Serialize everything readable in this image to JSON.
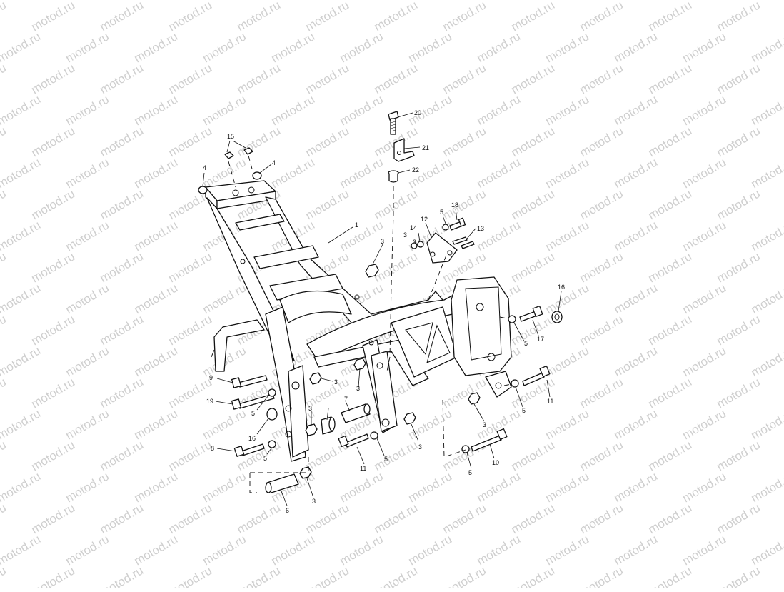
{
  "watermark": {
    "text": "motod.ru",
    "color": "#cfcfcf"
  },
  "diagram": {
    "type": "exploded parts diagram",
    "callouts": [
      {
        "label": "1"
      },
      {
        "label": "3"
      },
      {
        "label": "3"
      },
      {
        "label": "3"
      },
      {
        "label": "3"
      },
      {
        "label": "3"
      },
      {
        "label": "3"
      },
      {
        "label": "3"
      },
      {
        "label": "3"
      },
      {
        "label": "3"
      },
      {
        "label": "4"
      },
      {
        "label": "4"
      },
      {
        "label": "5"
      },
      {
        "label": "5"
      },
      {
        "label": "5"
      },
      {
        "label": "5"
      },
      {
        "label": "5"
      },
      {
        "label": "5"
      },
      {
        "label": "5"
      },
      {
        "label": "6"
      },
      {
        "label": "7"
      },
      {
        "label": "8"
      },
      {
        "label": "9"
      },
      {
        "label": "10"
      },
      {
        "label": "11"
      },
      {
        "label": "11"
      },
      {
        "label": "12"
      },
      {
        "label": "13"
      },
      {
        "label": "14"
      },
      {
        "label": "15"
      },
      {
        "label": "16"
      },
      {
        "label": "16"
      },
      {
        "label": "17"
      },
      {
        "label": "18"
      },
      {
        "label": "19"
      },
      {
        "label": "20"
      },
      {
        "label": "21"
      },
      {
        "label": "22"
      }
    ]
  }
}
